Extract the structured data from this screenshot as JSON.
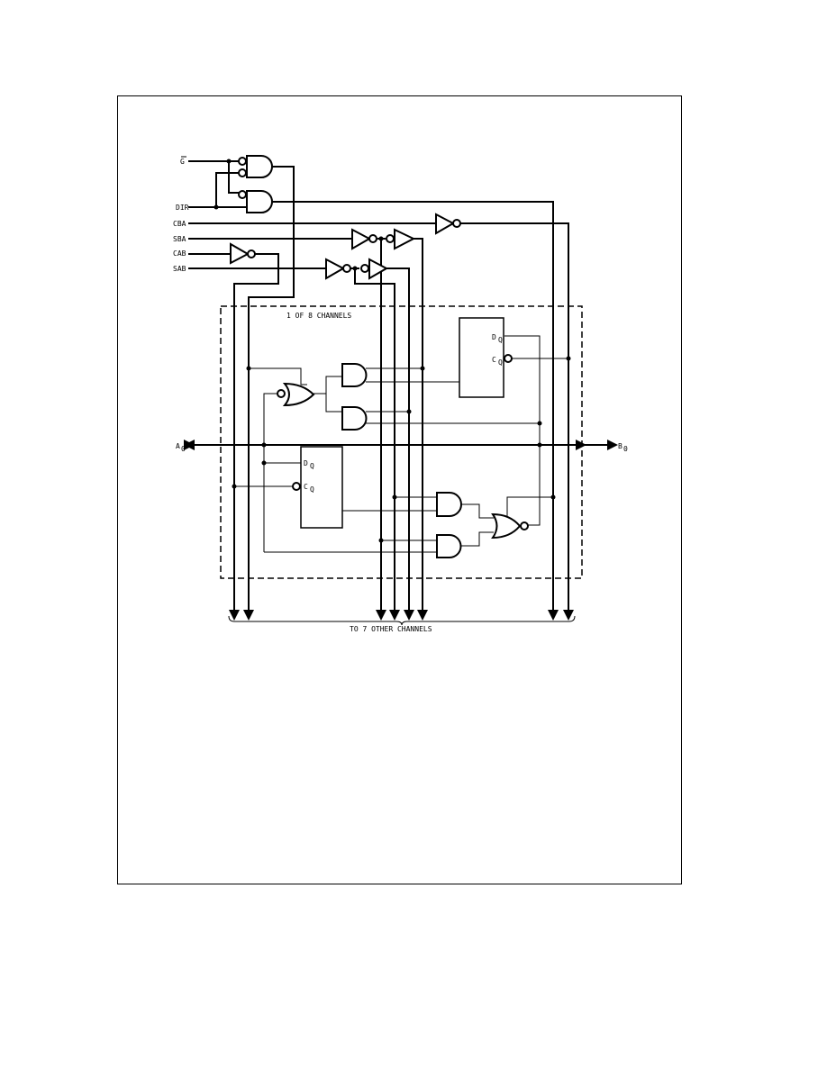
{
  "signals": {
    "g": "G",
    "dir": "DIR",
    "cba": "CBA",
    "sba": "SBA",
    "cab": "CAB",
    "sab": "SAB",
    "a0": "A",
    "a0_sub": "0",
    "b0": "B",
    "b0_sub": "0"
  },
  "flipflops": {
    "d_label": "D",
    "c_label": "C",
    "sub": "Q"
  },
  "channel_label": "1 OF 8 CHANNELS",
  "bottom_label": "TO 7 OTHER CHANNELS"
}
